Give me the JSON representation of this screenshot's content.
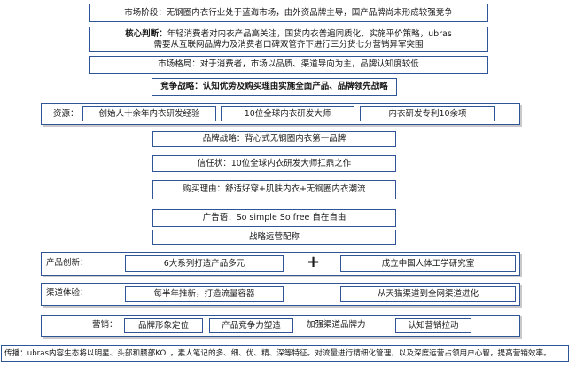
{
  "market_stage": "市场阶段：无钢圈内衣行业处于蓝海市场，由外资品牌主导，国产品牌尚未形成较强竞争",
  "core_judgment": {
    "label": "核心判断：",
    "line1": "年轻消费者对内衣产品高关注，国货内衣普遍同质化、实施平价策略，ubras",
    "line2": "需要从互联网品牌力及消费者口碑双管齐下进行三分货七分营销异军突围"
  },
  "market_pattern": "市场格局：对于消费者，市场以品质、渠道导向为主，品牌认知度较低",
  "competitive_strategy": "竞争战略：认知优势及购买理由实施全面产品、品牌领先战略",
  "resources": {
    "label": "资源：",
    "items": [
      "创始人十余年内衣研发经验",
      "10位全球内衣研发大师",
      "内衣研发专利10余项"
    ]
  },
  "brand_strategy": "品牌战略：背心式无钢圈内衣第一品牌",
  "credentials": "信任状：10位全球内衣研发大师扛鼎之作",
  "purchase_reason": "购买理由：舒适好穿+肌肤内衣+无钢圈内衣潮流",
  "slogan": "广告语：So simple So free 自在自由",
  "ops_config": "战略运营配称",
  "product_innovation": {
    "label": "产品创新：",
    "item1": "6大系列打造产品多元",
    "plus": "+",
    "item2": "成立中国人体工学研究室"
  },
  "channel_experience": {
    "label": "渠道体验：",
    "item1": "每半年推新，打造流量容器",
    "item2": "从天猫渠道到全网渠道进化"
  },
  "marketing": {
    "label": "营销：",
    "items": [
      "品牌形象定位",
      "产品竞争力塑造",
      "加强渠道品牌力",
      "认知营销拉动"
    ]
  },
  "communication": "传播：ubras内容生态将以明星、头部和腰部KOL，素人笔记的多、细、优、精、深等特征。对流量进行精细化管理，以及深度运营占领用户心智，提高营销效率。"
}
